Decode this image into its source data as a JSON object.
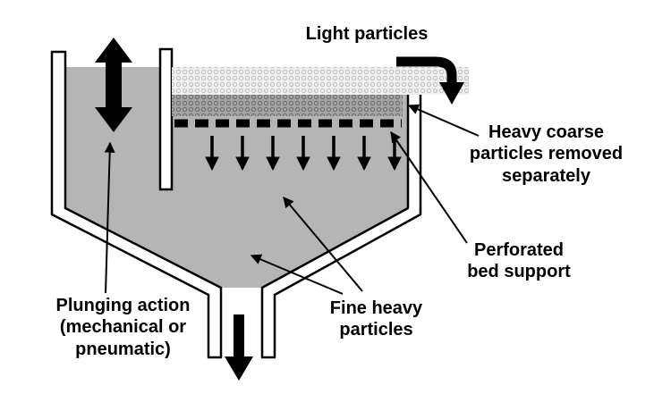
{
  "labels": {
    "light_particles": "Light particles",
    "heavy_coarse": "Heavy coarse\nparticles removed\nseparately",
    "perforated_bed": "Perforated\nbed support",
    "plunging_action": "Plunging action\n(mechanical or\npneumatic)",
    "fine_heavy": "Fine heavy\nparticles"
  },
  "colors": {
    "water": "#b5b5b5",
    "stipple_bg": "#efefef",
    "stipple_dot": "#bfbfbf",
    "coarse_bg": "#a3a3a3",
    "coarse_dot": "#6b6b6b",
    "ink": "#000000",
    "wall_fill": "#ffffff"
  }
}
